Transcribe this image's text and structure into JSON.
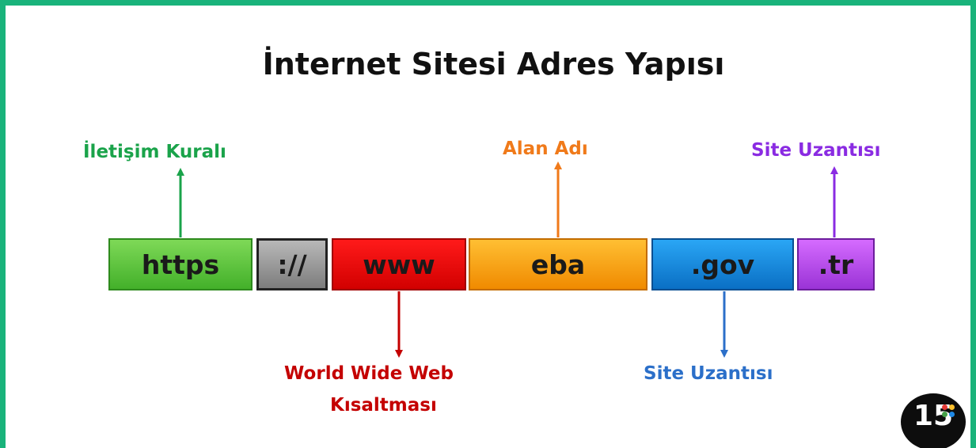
{
  "title": "İnternet Sitesi Adres Yapısı",
  "segments": [
    {
      "text": "https",
      "color": "#43b02a"
    },
    {
      "text": "://",
      "color": "#8c8c8c"
    },
    {
      "text": "www",
      "color": "#e00000"
    },
    {
      "text": "eba",
      "color": "#f5a000"
    },
    {
      "text": ".gov",
      "color": "#0a78d2"
    },
    {
      "text": ".tr",
      "color": "#a63be0"
    }
  ],
  "labels": {
    "protocol": {
      "text": "İletişim Kuralı",
      "color": "#1aa34a"
    },
    "www": {
      "line1": "World Wide Web",
      "line2": "Kısaltması",
      "color": "#c40000"
    },
    "domain": {
      "text": "Alan Adı",
      "color": "#f07a1a"
    },
    "gov": {
      "text": "Site Uzantısı",
      "color": "#2b6fc9"
    },
    "tr": {
      "text": "Site Uzantısı",
      "color": "#8a2be2"
    }
  },
  "logo": {
    "text": "15",
    "icon": "fifteen-logo-icon"
  }
}
